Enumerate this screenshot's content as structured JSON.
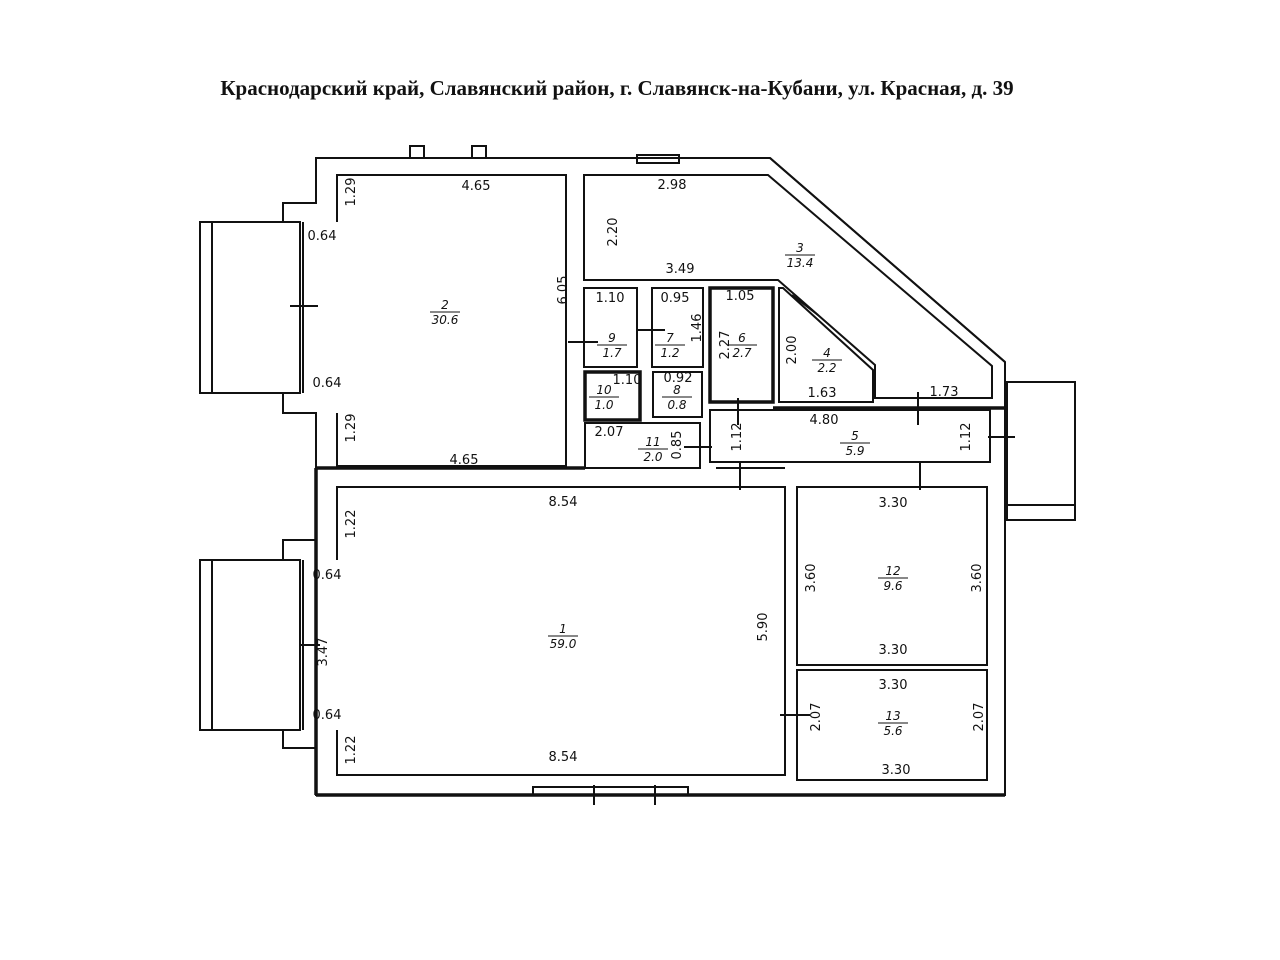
{
  "title": "Краснодарский край, Славянский район, г. Славянск-на-Кубани, ул. Красная, д. 39",
  "rooms": [
    {
      "number": "1",
      "area": "59.0"
    },
    {
      "number": "2",
      "area": "30.6"
    },
    {
      "number": "3",
      "area": "13.4"
    },
    {
      "number": "4",
      "area": "2.2"
    },
    {
      "number": "5",
      "area": "5.9"
    },
    {
      "number": "6",
      "area": "2.7"
    },
    {
      "number": "7",
      "area": "1.2"
    },
    {
      "number": "8",
      "area": "0.8"
    },
    {
      "number": "9",
      "area": "1.7"
    },
    {
      "number": "10",
      "area": "1.0"
    },
    {
      "number": "11",
      "area": "2.0"
    },
    {
      "number": "12",
      "area": "9.6"
    },
    {
      "number": "13",
      "area": "5.6"
    }
  ],
  "dimensions": [
    "4.65",
    "1.29",
    "0.64",
    "0.64",
    "1.29",
    "4.65",
    "6.05",
    "2.98",
    "2.20",
    "3.49",
    "1.10",
    "0.95",
    "1.05",
    "1.46",
    "2.27",
    "2.00",
    "1.63",
    "1.73",
    "1.10",
    "0.92",
    "2.07",
    "0.85",
    "1.12",
    "4.80",
    "1.12",
    "8.54",
    "5.90",
    "3.30",
    "3.60",
    "3.60",
    "3.30",
    "3.30",
    "2.07",
    "2.07",
    "3.30",
    "1.22",
    "0.64",
    "3.47",
    "0.64",
    "1.22",
    "8.54"
  ]
}
